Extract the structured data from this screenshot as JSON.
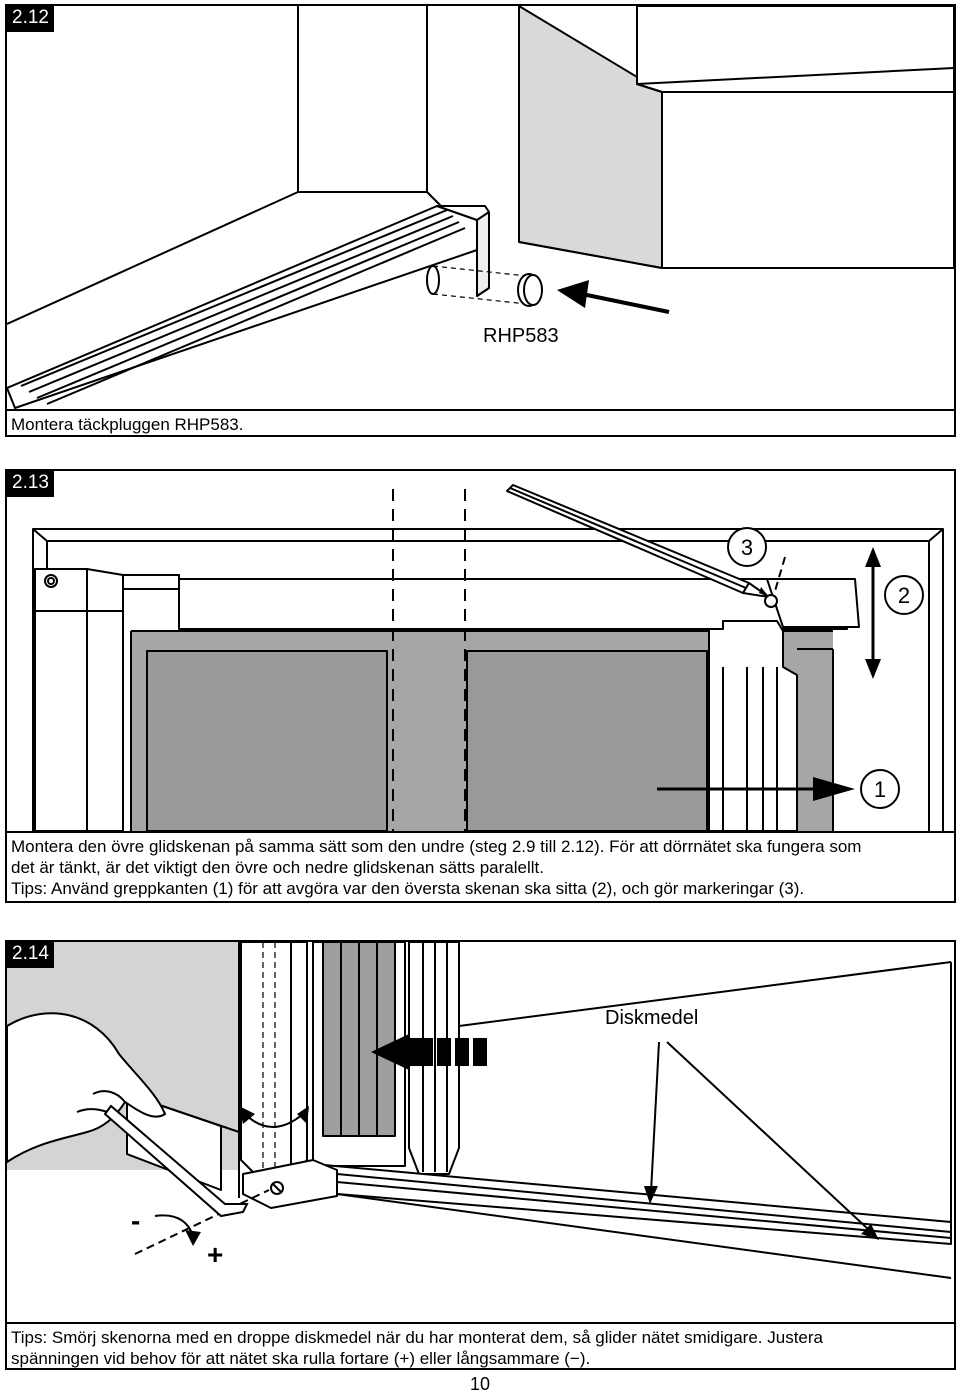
{
  "steps": [
    {
      "number": "2.12",
      "part_label": "RHP583",
      "caption": [
        "Montera täckpluggen RHP583."
      ]
    },
    {
      "number": "2.13",
      "callouts": [
        "1",
        "2",
        "3"
      ],
      "caption": [
        "Montera den övre glidskenan på samma sätt som den undre (steg 2.9 till 2.12). För att dörrnätet ska fungera som",
        "det är tänkt, är det viktigt den övre och nedre glidskenan sätts paralellt.",
        "Tips: Använd greppkanten (1) för att avgöra var den översta skenan ska sitta (2), och gör markeringar (3)."
      ]
    },
    {
      "number": "2.14",
      "part_label": "Diskmedel",
      "minus_sign": "-",
      "plus_sign": "+",
      "caption": [
        "Tips: Smörj skenorna med en droppe diskmedel när du har monterat dem, så glider nätet smidigare. Justera",
        "spänningen vid behov för att nätet ska rulla fortare (+) eller långsammare (−)."
      ]
    }
  ],
  "page_number": "10"
}
